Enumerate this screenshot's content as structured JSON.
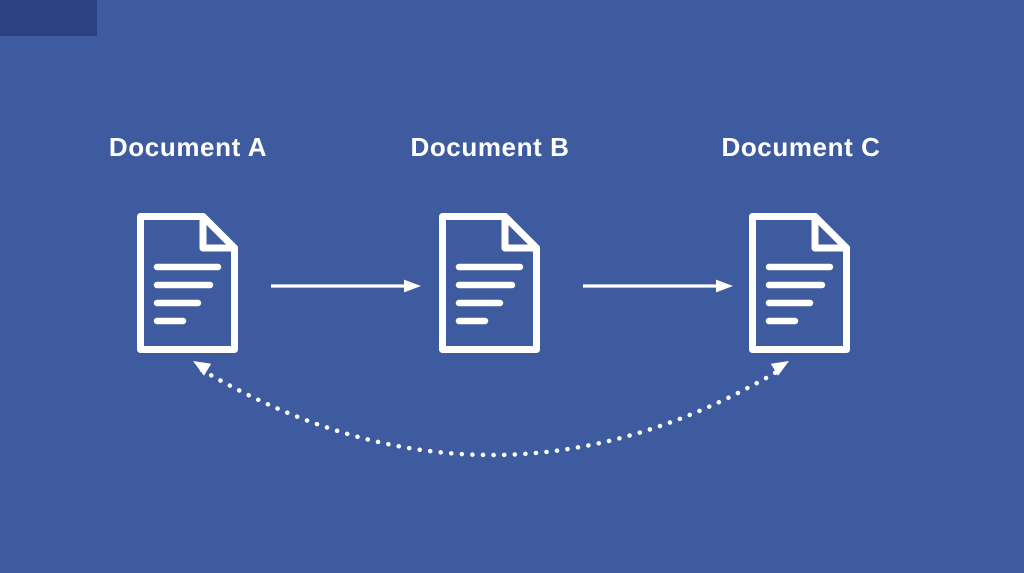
{
  "diagram": {
    "nodes": [
      {
        "id": "A",
        "label": "Document A"
      },
      {
        "id": "B",
        "label": "Document B"
      },
      {
        "id": "C",
        "label": "Document C"
      }
    ],
    "connections": [
      {
        "from": "A",
        "to": "B",
        "style": "solid-arrow"
      },
      {
        "from": "B",
        "to": "C",
        "style": "solid-arrow"
      },
      {
        "from": "C",
        "to": "A",
        "style": "dotted-curved-arrow",
        "note": "curved dotted arc linking outer documents"
      }
    ],
    "icons": [
      {
        "name": "document-icon",
        "description": "outlined page with folded top-right corner and four text lines"
      }
    ],
    "colors": {
      "background": "#3d5b9e",
      "corner_overlay": "#2a4182",
      "foreground": "#ffffff"
    }
  }
}
